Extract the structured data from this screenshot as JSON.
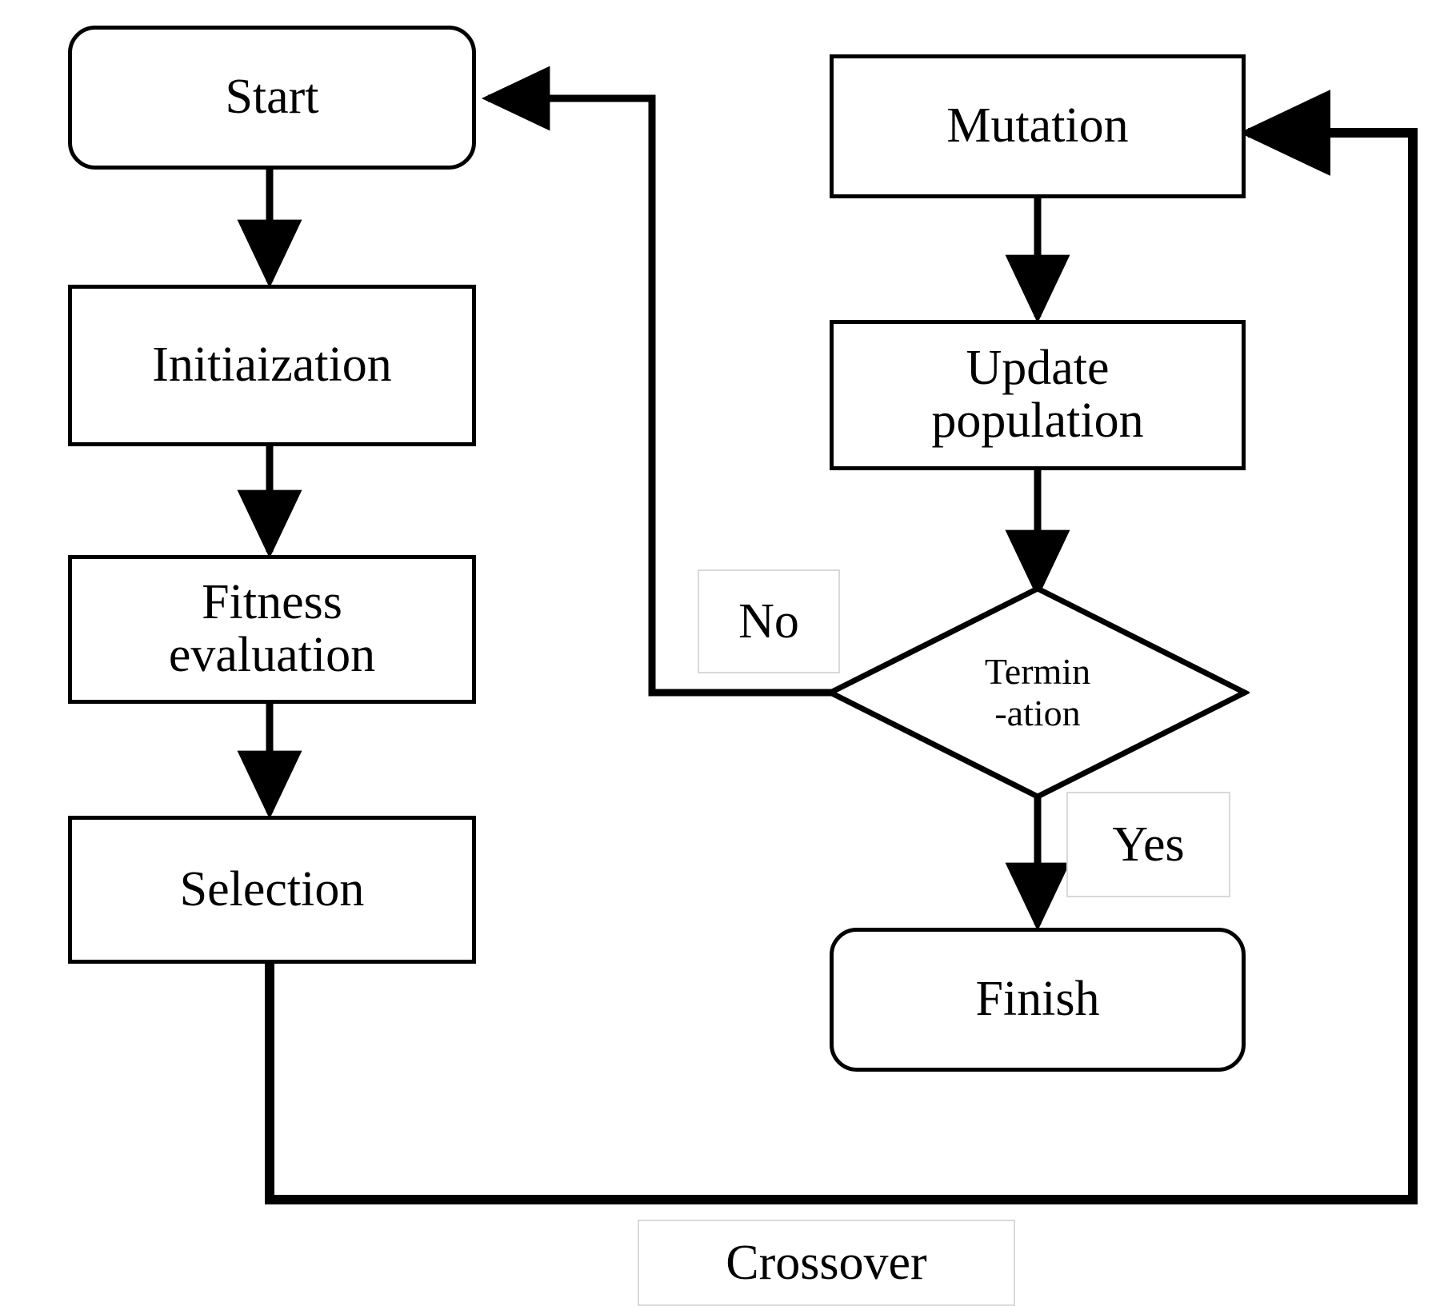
{
  "diagram": {
    "title": "Genetic Algorithm Flowchart",
    "background_color": "#ffffff",
    "line_color": "#000000",
    "label_border_color": "#d9d9d9",
    "nodes": [
      {
        "id": "start",
        "label": "Start",
        "shape": "rounded-rectangle"
      },
      {
        "id": "initial",
        "label": "Initiaization",
        "shape": "rectangle"
      },
      {
        "id": "fitness",
        "label": "Fitness\nevaluation",
        "shape": "rectangle"
      },
      {
        "id": "selection",
        "label": "Selection",
        "shape": "rectangle"
      },
      {
        "id": "mutation",
        "label": "Mutation",
        "shape": "rectangle"
      },
      {
        "id": "update",
        "label": "Update\npopulation",
        "shape": "rectangle"
      },
      {
        "id": "termination",
        "label": "Termin\n-ation",
        "shape": "diamond"
      },
      {
        "id": "finish",
        "label": "Finish",
        "shape": "rounded-rectangle"
      }
    ],
    "edge_labels": [
      {
        "id": "no",
        "label": "No"
      },
      {
        "id": "yes",
        "label": "Yes"
      },
      {
        "id": "crossover",
        "label": "Crossover"
      }
    ],
    "edges": [
      {
        "from": "start",
        "to": "initial",
        "label": ""
      },
      {
        "from": "initial",
        "to": "fitness",
        "label": ""
      },
      {
        "from": "fitness",
        "to": "selection",
        "label": ""
      },
      {
        "from": "selection",
        "to": "mutation",
        "label": "Crossover"
      },
      {
        "from": "mutation",
        "to": "update",
        "label": ""
      },
      {
        "from": "update",
        "to": "termination",
        "label": ""
      },
      {
        "from": "termination",
        "to": "start",
        "label": "No"
      },
      {
        "from": "termination",
        "to": "finish",
        "label": "Yes"
      }
    ]
  }
}
